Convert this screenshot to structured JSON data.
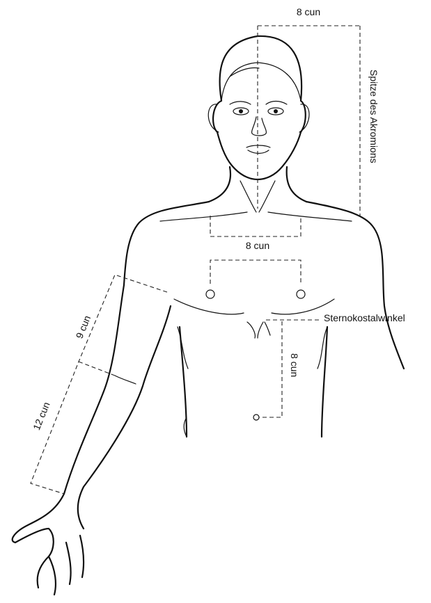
{
  "labels": {
    "top_width": "8 cun",
    "acromion_label": "Spitze des Akromions",
    "chest_width": "8 cun",
    "upper_arm": "9 cun",
    "forearm": "12 cun",
    "sternocostal": "Sternokostalwinkel",
    "sternum_to_navel": "8 cun"
  }
}
